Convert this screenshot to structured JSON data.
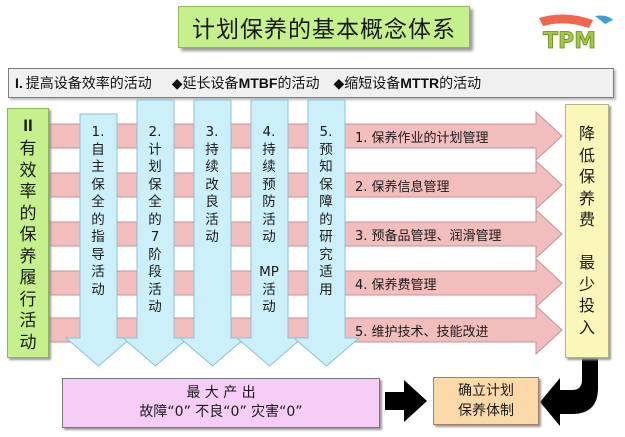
{
  "title": "计划保养的基本概念体系",
  "logo_text": "TPM",
  "banner": {
    "roman": "I.",
    "main": "提高设备效率的活动",
    "item1_prefix": "◆延长设备",
    "item1_bold": "MTBF",
    "item1_suffix": "的活动",
    "item2_prefix": "◆缩短设备",
    "item2_bold": "MTTR",
    "item2_suffix": "的活动"
  },
  "left_box": {
    "roman": "II",
    "chars": [
      "有",
      "效",
      "率",
      "的",
      "保",
      "养",
      "履",
      "行",
      "活",
      "动"
    ]
  },
  "columns": [
    {
      "num": "1.",
      "chars": [
        "自",
        "主",
        "保",
        "全",
        "的",
        "指",
        "导",
        "活",
        "动"
      ]
    },
    {
      "num": "2.",
      "chars": [
        "计",
        "划",
        "保",
        "全",
        "的",
        "7",
        "阶",
        "段",
        "活",
        "动"
      ]
    },
    {
      "num": "3.",
      "chars": [
        "持",
        "续",
        "改",
        "良",
        "活",
        "动"
      ]
    },
    {
      "num": "4.",
      "chars": [
        "持",
        "续",
        "预",
        "防",
        "活",
        "动",
        "",
        "MP",
        "活",
        "动"
      ]
    },
    {
      "num": "5.",
      "chars": [
        "预",
        "知",
        "保",
        "障",
        "的",
        "研",
        "究",
        "适",
        "用"
      ]
    }
  ],
  "arrows": [
    "1. 保养作业的计划管理",
    "2. 保养信息管理",
    "3. 预备品管理、润滑管理",
    "4. 保养费管理",
    "5. 维护技术、技能改进"
  ],
  "right_box": {
    "chars": [
      "降",
      "低",
      "保",
      "养",
      "费",
      "",
      "最",
      "少",
      "投",
      "入"
    ]
  },
  "bottom_box": {
    "line1": "最 大 产 出",
    "line2": "故障“0”   不良“0”   灾害“0”"
  },
  "confirm_box": {
    "line1": "确立计划",
    "line2": "保养体制"
  },
  "colors": {
    "title_bg": "#c6f08c",
    "column_arrow": "#ccf0fa",
    "horizontal_arrow": "#f2bdbd",
    "right_box_bg": "#fbf7b8",
    "bottom_box_bg": "#f6cdf6",
    "confirm_box_bg": "#fcd9a8"
  }
}
